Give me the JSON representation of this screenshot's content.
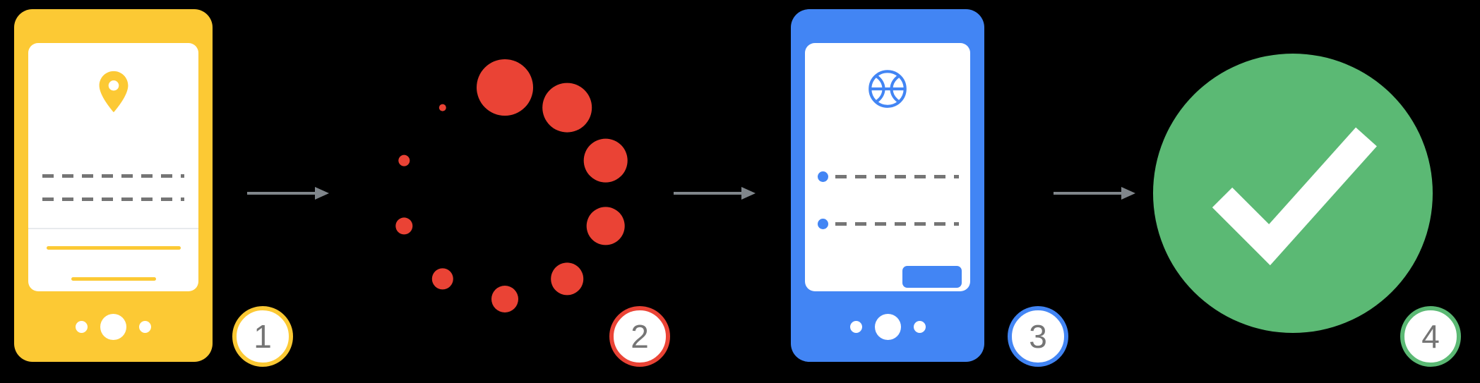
{
  "diagram": {
    "type": "process-flow",
    "direction": "left-to-right",
    "connector": "arrow-right",
    "steps": [
      {
        "number": "1",
        "icon": "phone-location-form",
        "accent_color": "#FCC934"
      },
      {
        "number": "2",
        "icon": "loading-spinner",
        "accent_color": "#EA4335"
      },
      {
        "number": "3",
        "icon": "phone-results-list",
        "accent_color": "#4285F4"
      },
      {
        "number": "4",
        "icon": "success-checkmark",
        "accent_color": "#5BB974"
      }
    ]
  },
  "colors": {
    "background": "#000000",
    "arrow": "#80868B",
    "badge_background": "#FFFFFF",
    "badge_text": "#757575",
    "screen_background": "#FFFFFF",
    "placeholder_dash": "#757575",
    "divider": "#E8EAED",
    "phone_dot": "#FFFFFF",
    "checkmark": "#FFFFFF"
  }
}
